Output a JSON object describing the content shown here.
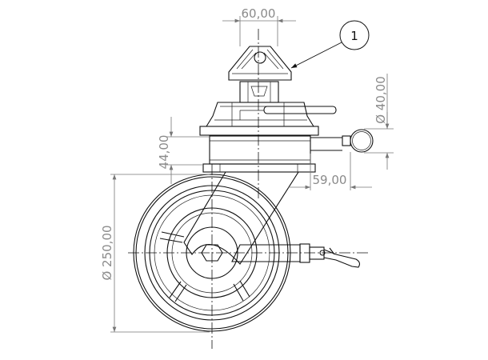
{
  "drawing": {
    "title": "Swivel caster with brake - side view",
    "dimensions": {
      "top_width": "60,00",
      "pin_ring_diameter": "Ø 40,00",
      "body_height": "44,00",
      "brake_offset": "59,00",
      "wheel_diameter": "Ø 250,00"
    },
    "balloon": "1",
    "colors": {
      "line": "#111111",
      "dimension": "#8a8a8a"
    }
  }
}
